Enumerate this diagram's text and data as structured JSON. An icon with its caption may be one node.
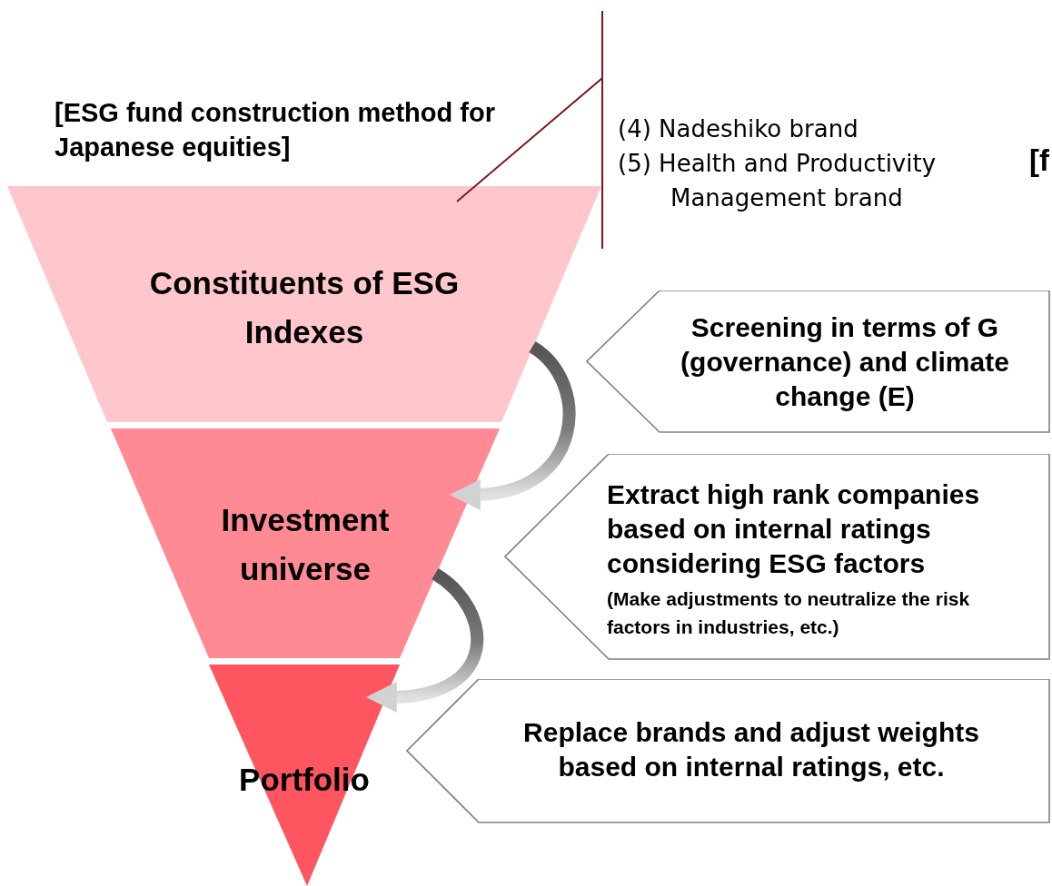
{
  "diagram": {
    "title": "[ESG fund construction method for Japanese equities]",
    "nodes": [
      {
        "text": [
          "Constituents of ESG Indexes"
        ]
      },
      {
        "text": [
          "Investment universe"
        ]
      },
      {
        "text": [
          "Portfolio"
        ]
      },
      {
        "text": [
          "Screening in terms of G (governance) and climate change (E)"
        ]
      },
      {
        "text": [
          "Extract high rank companies based on internal ratings considering ESG factors",
          "(Make adjustments to neutralize the risk factors in industries, etc.)"
        ]
      },
      {
        "text": [
          "Replace brands and adjust weights based on internal ratings, etc."
        ]
      },
      {
        "text": [
          "(4) Nadeshiko brand",
          "(5) Health and Productivity Management brand"
        ]
      }
    ],
    "edges": [
      {
        "from": 0,
        "to": 1,
        "arrow": "to",
        "style": "thick"
      },
      {
        "from": 1,
        "to": 2,
        "arrow": "to",
        "style": "thick"
      },
      {
        "from": 6,
        "to": 0,
        "arrow": "none",
        "color": "#7b1416"
      }
    ],
    "labels": [
      "[f"
    ]
  }
}
